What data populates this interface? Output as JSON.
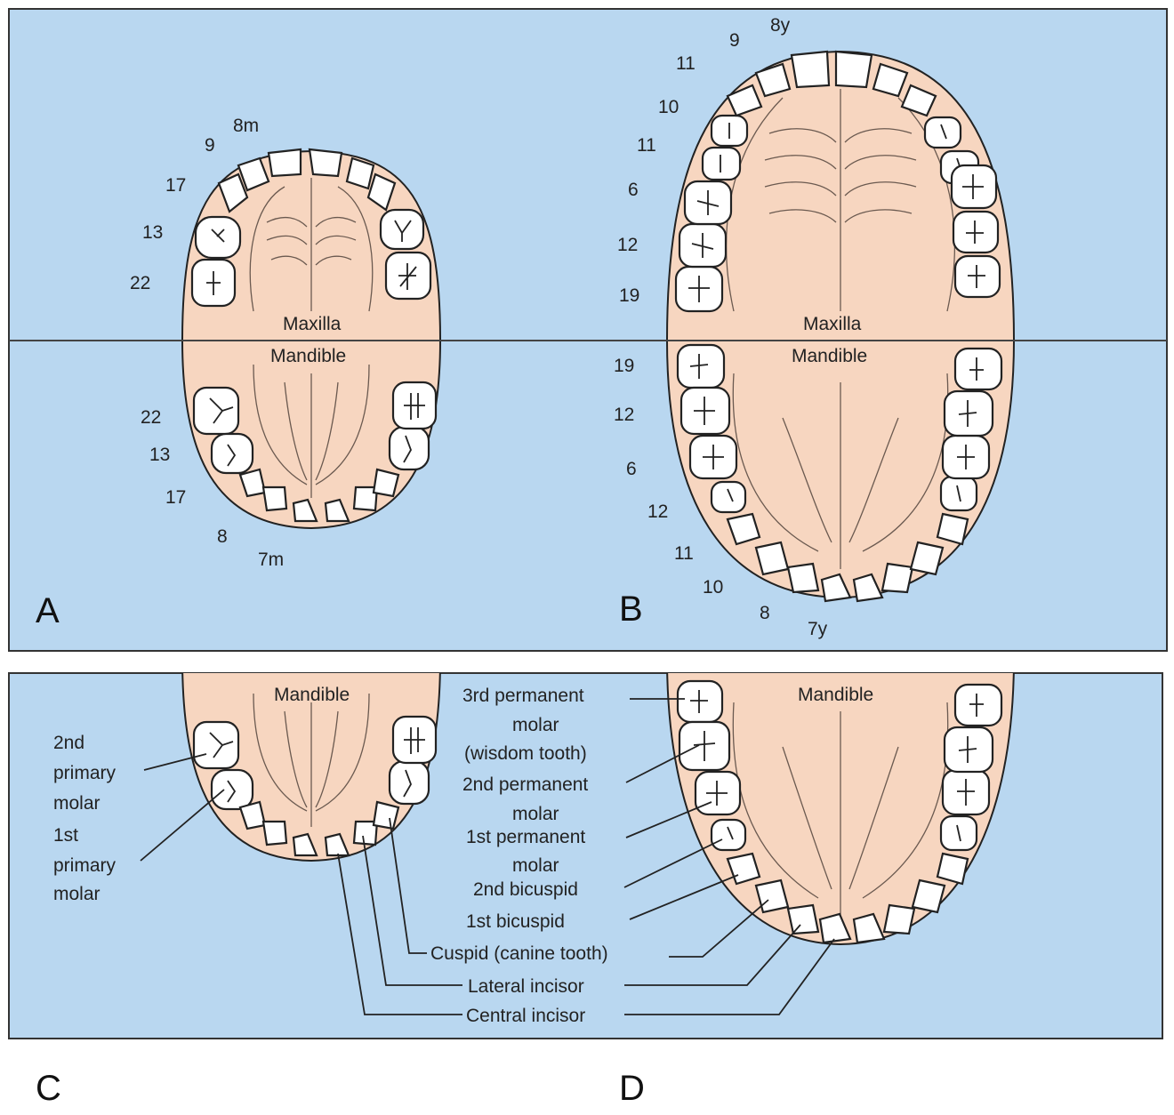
{
  "panels": {
    "a": "A",
    "b": "B",
    "c": "C",
    "d": "D"
  },
  "jaws": {
    "maxilla": "Maxilla",
    "mandible": "Mandible"
  },
  "panel_a": {
    "upper_ages": [
      "8m",
      "9",
      "17",
      "13",
      "22"
    ],
    "lower_ages": [
      "22",
      "13",
      "17",
      "8",
      "7m"
    ]
  },
  "panel_b": {
    "upper_ages": [
      "8y",
      "9",
      "11",
      "10",
      "11",
      "6",
      "12",
      "19"
    ],
    "lower_ages": [
      "19",
      "12",
      "6",
      "12",
      "11",
      "10",
      "8",
      "7y"
    ]
  },
  "panel_c": {
    "second_primary_molar": [
      "2nd",
      "primary",
      "molar"
    ],
    "first_primary_molar": [
      "1st",
      "primary",
      "molar"
    ]
  },
  "panel_d": {
    "third_molar": [
      "3rd permanent",
      "molar",
      "(wisdom tooth)"
    ],
    "second_molar": [
      "2nd permanent",
      "molar"
    ],
    "first_molar": [
      "1st permanent",
      "molar"
    ],
    "second_bicuspid": "2nd bicuspid",
    "first_bicuspid": "1st bicuspid",
    "cuspid": "Cuspid (canine tooth)",
    "lateral_incisor": "Lateral incisor",
    "central_incisor": "Central incisor"
  },
  "colors": {
    "background": "#b9d7f0",
    "gum": "#f7d6c0",
    "border": "#333333"
  }
}
